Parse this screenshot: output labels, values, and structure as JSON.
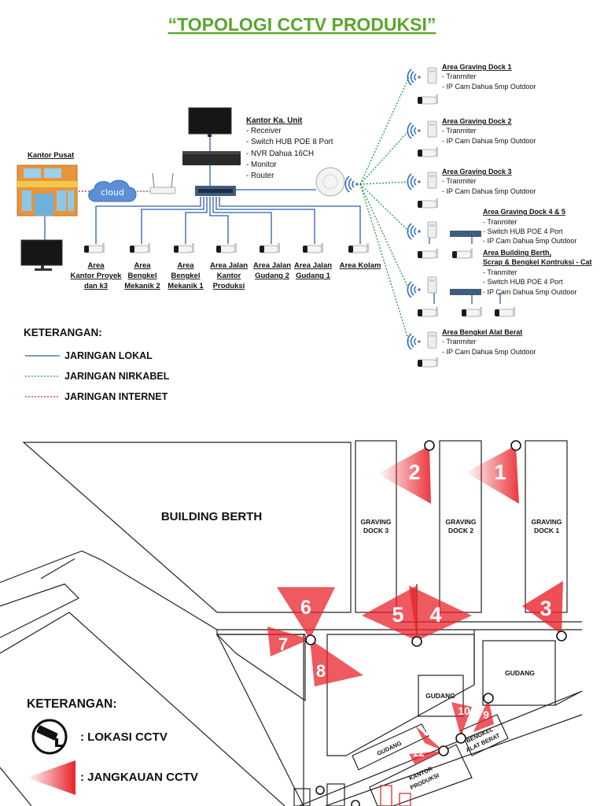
{
  "title": "“TOPOLOGI CCTV PRODUKSI”",
  "colors": {
    "title": "#5aa52c",
    "local": "#2f5fa8",
    "wireless": "#1e9b4a",
    "internet": "#d21f2b",
    "coverage": "#e8232a",
    "cloud": "#5b8fd6"
  },
  "topology": {
    "kantor_pusat": "Kantor Pusat",
    "cloud": "cloud",
    "kantor_unit": {
      "title": "Kantor Ka. Unit",
      "items": [
        "- Receiver",
        "- Switch HUB POE 8 Port",
        "- NVR Dahua 16CH",
        "- Monitor",
        "- Router"
      ]
    },
    "cameras": [
      {
        "lines": [
          "Area",
          "Kantor Proyek",
          "dan k3"
        ]
      },
      {
        "lines": [
          "Area",
          "Bengkel",
          "Mekanik 2"
        ]
      },
      {
        "lines": [
          "Area",
          "Bengkel",
          "Mekanik 1"
        ]
      },
      {
        "lines": [
          "Area Jalan",
          "Kantor",
          "Produksi"
        ]
      },
      {
        "lines": [
          "Area Jalan",
          "Gudang 2"
        ]
      },
      {
        "lines": [
          "Area Jalan",
          "Gudang 1"
        ]
      },
      {
        "lines": [
          "Area Kolam"
        ]
      }
    ],
    "remote_sites": [
      {
        "title": "Area Graving Dock 1",
        "items": [
          "- Tranmiter",
          "- IP Cam Dahua 5mp Outdoor"
        ]
      },
      {
        "title": "Area Graving Dock 2",
        "items": [
          "- Tranmiter",
          "- IP Cam Dahua 5mp Outdoor"
        ]
      },
      {
        "title": "Area Graving Dock 3",
        "items": [
          "- Tranmiter",
          "- IP Cam Dahua 5mp Outdoor"
        ]
      },
      {
        "title": "Area Graving Dock 4 & 5",
        "items": [
          "- Tranmiter",
          "- Switch HUB POE 4 Port",
          "- IP Cam Dahua 5mp Outdoor"
        ]
      },
      {
        "title": "Area Building Berth,",
        "title2": "Scrap & Bengkel Kontruksi - Cat",
        "items": [
          "- Tranmiter",
          "- Switch HUB POE 4 Port",
          "- IP Cam Dahua 5mp Outdoor"
        ]
      },
      {
        "title": "Area Bengkel Alat Berat",
        "items": [
          "- Tranmiter",
          "- IP Cam Dahua 5mp Outdoor"
        ]
      }
    ],
    "legend": {
      "title": "KETERANGAN:",
      "items": [
        "JARINGAN LOKAL",
        "JARINGAN NIRKABEL",
        "JARINGAN INTERNET"
      ]
    }
  },
  "siteplan": {
    "labels": {
      "building_berth": "BUILDING BERTH",
      "gd3": [
        "GRAVING",
        "DOCK 3"
      ],
      "gd2": [
        "GRAVING",
        "DOCK 2"
      ],
      "gd1": [
        "GRAVING",
        "DOCK 1"
      ],
      "gudang_right": "GUDANG",
      "gudang_mid": "GUDANG",
      "gudang_left": "GUDANG",
      "kantor_produksi": [
        "KANTOR",
        "PRODUKSI"
      ],
      "bengkel": [
        "BENGKEL",
        "ALAT BERAT"
      ]
    },
    "cctv_numbers": [
      "1",
      "2",
      "3",
      "4",
      "5",
      "6",
      "7",
      "8",
      "9",
      "10",
      "11",
      "12"
    ],
    "legend": {
      "title": "KETERANGAN:",
      "items": [
        ": LOKASI CCTV",
        ": JANGKAUAN CCTV"
      ]
    }
  }
}
